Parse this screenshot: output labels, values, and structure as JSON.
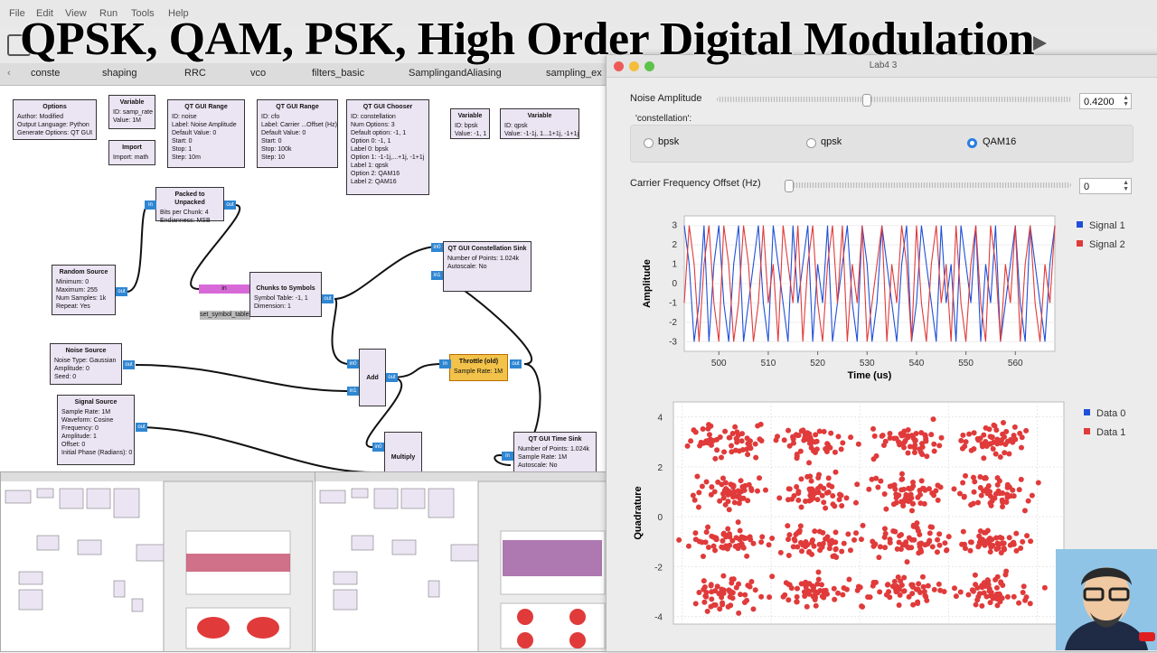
{
  "menubar": {
    "items": [
      "File",
      "Edit",
      "View",
      "Run",
      "Tools",
      "Help"
    ]
  },
  "overlay_title": "QPSK, QAM, PSK, High Order Digital Modulation",
  "tabs": [
    "conste",
    "shaping",
    "RRC",
    "vco",
    "filters_basic",
    "SamplingandAliasing",
    "sampling_ex"
  ],
  "blocks": {
    "options": {
      "title": "Options",
      "lines": [
        "Author: Modified",
        "Output Language: Python",
        "Generate Options: QT GUI"
      ]
    },
    "variable1": {
      "title": "Variable",
      "lines": [
        "ID: samp_rate",
        "Value: 1M"
      ]
    },
    "import": {
      "title": "Import",
      "lines": [
        "Import: math"
      ]
    },
    "range1": {
      "title": "QT GUI Range",
      "lines": [
        "ID: noise",
        "Label: Noise Amplitude",
        "Default Value: 0",
        "Start: 0",
        "Stop: 1",
        "Step: 10m"
      ]
    },
    "range2": {
      "title": "QT GUI Range",
      "lines": [
        "ID: cfo",
        "Label: Carrier ...Offset (Hz)",
        "Default Value: 0",
        "Start: 0",
        "Stop: 100k",
        "Step: 10"
      ]
    },
    "chooser": {
      "title": "QT GUI Chooser",
      "lines": [
        "ID: constellation",
        "Num Options: 3",
        "Default option: -1, 1",
        "Option 0: -1, 1",
        "Label 0: bpsk",
        "Option 1: -1-1j,...+1j, -1+1j",
        "Label 1: qpsk",
        "Option 2: QAM16",
        "Label 2: QAM16"
      ]
    },
    "variable2": {
      "title": "Variable",
      "lines": [
        "ID: bpsk",
        "Value: -1, 1"
      ]
    },
    "variable3": {
      "title": "Variable",
      "lines": [
        "ID: qpsk",
        "Value: -1-1j, 1...1+1j, -1+1j"
      ]
    },
    "packed": {
      "title": "Packed to Unpacked",
      "lines": [
        "Bits per Chunk: 4",
        "Endianness: MSB"
      ]
    },
    "random": {
      "title": "Random Source",
      "lines": [
        "Minimum: 0",
        "Maximum: 255",
        "Num Samples: 1k",
        "Repeat: Yes"
      ]
    },
    "chunks": {
      "title": "Chunks to Symbols",
      "lines": [
        "Symbol Table: -1, 1",
        "Dimension: 1"
      ]
    },
    "const_sink": {
      "title": "QT GUI Constellation Sink",
      "lines": [
        "Number of Points: 1.024k",
        "Autoscale: No"
      ]
    },
    "noise": {
      "title": "Noise Source",
      "lines": [
        "Noise Type: Gaussian",
        "Amplitude: 0",
        "Seed: 0"
      ]
    },
    "add": {
      "title": "Add"
    },
    "throttle": {
      "title": "Throttle (old)",
      "lines": [
        "Sample Rate: 1M"
      ]
    },
    "signal": {
      "title": "Signal Source",
      "lines": [
        "Sample Rate: 1M",
        "Waveform: Cosine",
        "Frequency: 0",
        "Amplitude: 1",
        "Offset: 0",
        "Initial Phase (Radians): 0"
      ]
    },
    "multiply": {
      "title": "Multiply"
    },
    "time_sink": {
      "title": "QT GUI Time Sink",
      "lines": [
        "Number of Points: 1.024k",
        "Sample Rate: 1M",
        "Autoscale: No"
      ]
    },
    "symbol_table_tag": "set_symbol_table",
    "port_in": "in",
    "port_out": "out",
    "port_in0": "in0",
    "port_in1": "in1"
  },
  "lab": {
    "title": "Lab4 3",
    "noise_label": "Noise Amplitude",
    "noise_value": "0.4200",
    "noise_level": 0.42,
    "constellation_label": "'constellation':",
    "options": [
      "bpsk",
      "qpsk",
      "QAM16"
    ],
    "selected": "QAM16",
    "cfo_label": "Carrier Frequency Offset (Hz)",
    "cfo_value": "0"
  },
  "colors": {
    "signal1": "#1f4fd8",
    "signal2": "#e03a3a",
    "data0": "#1f4fd8",
    "data1": "#e03a3a",
    "accent": "#2a7de1"
  },
  "chart_data": [
    {
      "type": "line",
      "xlabel": "Time (us)",
      "ylabel": "Amplitude",
      "xlim": [
        493,
        568
      ],
      "ylim": [
        -3.5,
        3.5
      ],
      "xticks": [
        500,
        510,
        520,
        530,
        540,
        550,
        560
      ],
      "yticks": [
        -3,
        -2,
        -1,
        0,
        1,
        2,
        3
      ],
      "legend": "right",
      "series": [
        {
          "name": "Signal 1",
          "color": "#1f4fd8",
          "x0": 493,
          "dx": 1,
          "values": [
            3,
            1,
            -3,
            -1,
            3,
            -3,
            1,
            3,
            -1,
            -3,
            1,
            3,
            -3,
            -1,
            1,
            3,
            -1,
            -3,
            3,
            1,
            -1,
            -3,
            3,
            -1,
            1,
            3,
            -3,
            1,
            -1,
            3,
            -3,
            -1,
            1,
            3,
            -1,
            -3,
            3,
            1,
            -3,
            -1,
            3,
            1,
            -1,
            -3,
            1,
            3,
            -3,
            -1,
            3,
            1,
            -1,
            -3,
            3,
            -1,
            1,
            -3,
            3,
            1,
            -1,
            3,
            -3,
            1,
            -1,
            3,
            -3,
            -1,
            1,
            3,
            -1,
            -3,
            3,
            1,
            -1,
            -3,
            1,
            3
          ]
        },
        {
          "name": "Signal 2",
          "color": "#e03a3a",
          "x0": 493,
          "dx": 1,
          "values": [
            -1,
            3,
            1,
            -3,
            1,
            3,
            -1,
            -3,
            3,
            1,
            -3,
            -1,
            3,
            1,
            -3,
            -1,
            3,
            -1,
            1,
            -3,
            3,
            1,
            -1,
            3,
            -3,
            1,
            3,
            -1,
            -3,
            1,
            3,
            -1,
            3,
            -3,
            1,
            -1,
            3,
            -3,
            -1,
            1,
            3,
            -3,
            1,
            -1,
            3,
            1,
            -3,
            3,
            -1,
            -3,
            1,
            3,
            -1,
            1,
            -3,
            3,
            -1,
            -3,
            1,
            3,
            -1,
            -3,
            3,
            1,
            -3,
            1,
            -1,
            3,
            -3,
            1,
            3,
            -1,
            -3,
            1,
            -1,
            3
          ]
        }
      ]
    },
    {
      "type": "scatter",
      "xlabel": "",
      "ylabel": "Quadrature",
      "xlim": [
        -4.2,
        4.6
      ],
      "ylim": [
        -4.3,
        4.6
      ],
      "yticks": [
        -4,
        -2,
        0,
        2,
        4
      ],
      "legend": "right",
      "series": [
        {
          "name": "Data 0",
          "color": "#1f4fd8",
          "cluster_centers": []
        },
        {
          "name": "Data 1",
          "color": "#e03a3a",
          "cluster_centers": [
            [
              -3,
              3
            ],
            [
              -1,
              3
            ],
            [
              1,
              3
            ],
            [
              3,
              3
            ],
            [
              -3,
              1
            ],
            [
              -1,
              1
            ],
            [
              1,
              1
            ],
            [
              3,
              1
            ],
            [
              -3,
              -1
            ],
            [
              -1,
              -1
            ],
            [
              1,
              -1
            ],
            [
              3,
              -1
            ],
            [
              -3,
              -3
            ],
            [
              -1,
              -3
            ],
            [
              1,
              -3
            ],
            [
              3,
              -3
            ]
          ],
          "spread": 0.42,
          "points_per_cluster": 55
        }
      ]
    }
  ]
}
